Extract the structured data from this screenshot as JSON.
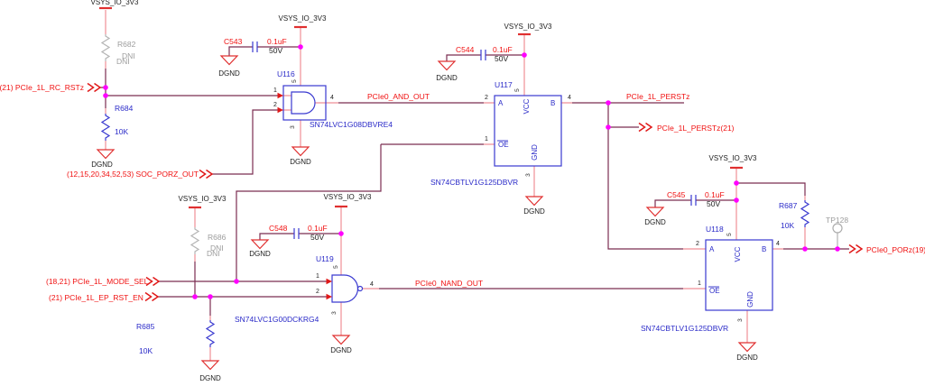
{
  "power": {
    "vsys": "VSYS_IO_3V3",
    "dgnd": "DGND"
  },
  "connectors": {
    "rc_rstz": "(21) PCIe_1L_RC_RSTz",
    "soc_porz_out": "(12,15,20,34,52,53) SOC_PORZ_OUT",
    "mode_sel": "(18,21) PCIe_1L_MODE_SEL",
    "ep_rst_en": "(21) PCIe_1L_EP_RST_EN",
    "perstz_out": "PCIe_1L_PERSTz(21)",
    "porz_out": "PCIe0_PORz(19)"
  },
  "net_labels": {
    "and_out": "PCIe0_AND_OUT",
    "perstz": "PCIe_1L_PERSTz",
    "nand_out": "PCIe0_NAND_OUT"
  },
  "pins": {
    "p1": "1",
    "p2": "2",
    "p3": "3",
    "p4": "4",
    "p5": "5",
    "a": "A",
    "b": "B",
    "vcc": "VCC",
    "gnd": "GND",
    "oe": "OE"
  },
  "components": {
    "u116": {
      "ref": "U116",
      "part": "SN74LVC1G08DBVRE4"
    },
    "u117": {
      "ref": "U117",
      "part": "SN74CBTLV1G125DBVR"
    },
    "u118": {
      "ref": "U118",
      "part": "SN74CBTLV1G125DBVR"
    },
    "u119": {
      "ref": "U119",
      "part": "SN74LVC1G00DCKRG4"
    },
    "r682": {
      "ref": "R682",
      "dni": "DNI"
    },
    "r684": {
      "ref": "R684",
      "value": "10K"
    },
    "r685": {
      "ref": "R685",
      "value": "10K"
    },
    "r686": {
      "ref": "R686",
      "dni": "DNI"
    },
    "r687": {
      "ref": "R687",
      "value": "10K"
    },
    "c543": {
      "ref": "C543",
      "value": "0.1uF",
      "voltage": "50V"
    },
    "c544": {
      "ref": "C544",
      "value": "0.1uF",
      "voltage": "50V"
    },
    "c545": {
      "ref": "C545",
      "value": "0.1uF",
      "voltage": "50V"
    },
    "c548": {
      "ref": "C548",
      "value": "0.1uF",
      "voltage": "50V"
    },
    "tp128": {
      "ref": "TP128"
    }
  },
  "colors": {
    "wire": "#7b2d52",
    "pin_stub": "#ef8f96",
    "junction": "#ff00ff",
    "symbol_blue": "#3a3ad0",
    "net_text_red": "#f01010",
    "power_red": "#e03030",
    "dni_gray": "#9c9c9c"
  }
}
